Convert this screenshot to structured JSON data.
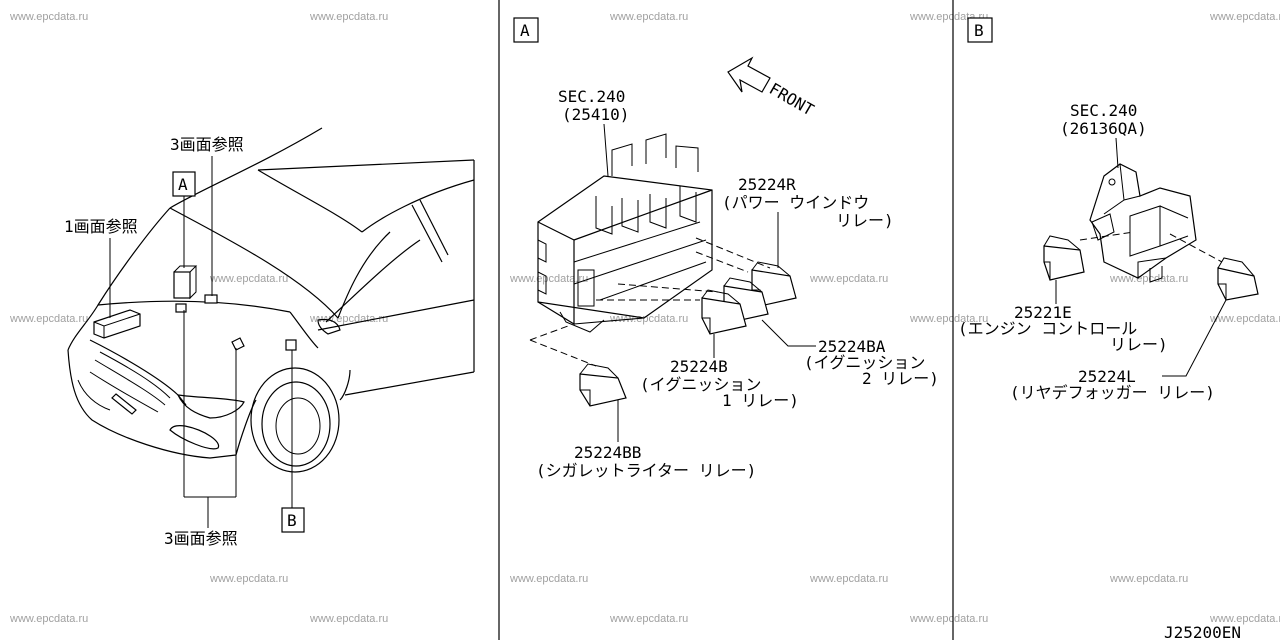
{
  "panels": {
    "a": {
      "tag": "A"
    },
    "b": {
      "tag": "B"
    }
  },
  "overview": {
    "ref_top": "3画面参照",
    "ref_left": "1画面参照",
    "ref_bottom": "3画面参照",
    "tag_a": "A",
    "tag_b": "B"
  },
  "panel_a": {
    "front": "FRONT",
    "sec_ref": "SEC.240",
    "sec_code": "(25410)",
    "r_num": "25224R",
    "r_name1": "(パワー ウインドウ",
    "r_name2": "リレー)",
    "ba_num": "25224BA",
    "ba_name1": "(イグニッション",
    "ba_name2": "2 リレー)",
    "b_num": "25224B",
    "b_name1": "(イグニッション",
    "b_name2": "1 リレー)",
    "bb_num": "25224BB",
    "bb_name": "(シガレットライター リレー)"
  },
  "panel_b": {
    "sec_ref": "SEC.240",
    "sec_code": "(26136QA)",
    "e_num": "25221E",
    "e_name1": "(エンジン コントロール",
    "e_name2": "リレー)",
    "l_num": "25224L",
    "l_name": "(リヤデフォッガー リレー)"
  },
  "footer": {
    "code": "J25200EN"
  },
  "watermark": "www.epcdata.ru"
}
